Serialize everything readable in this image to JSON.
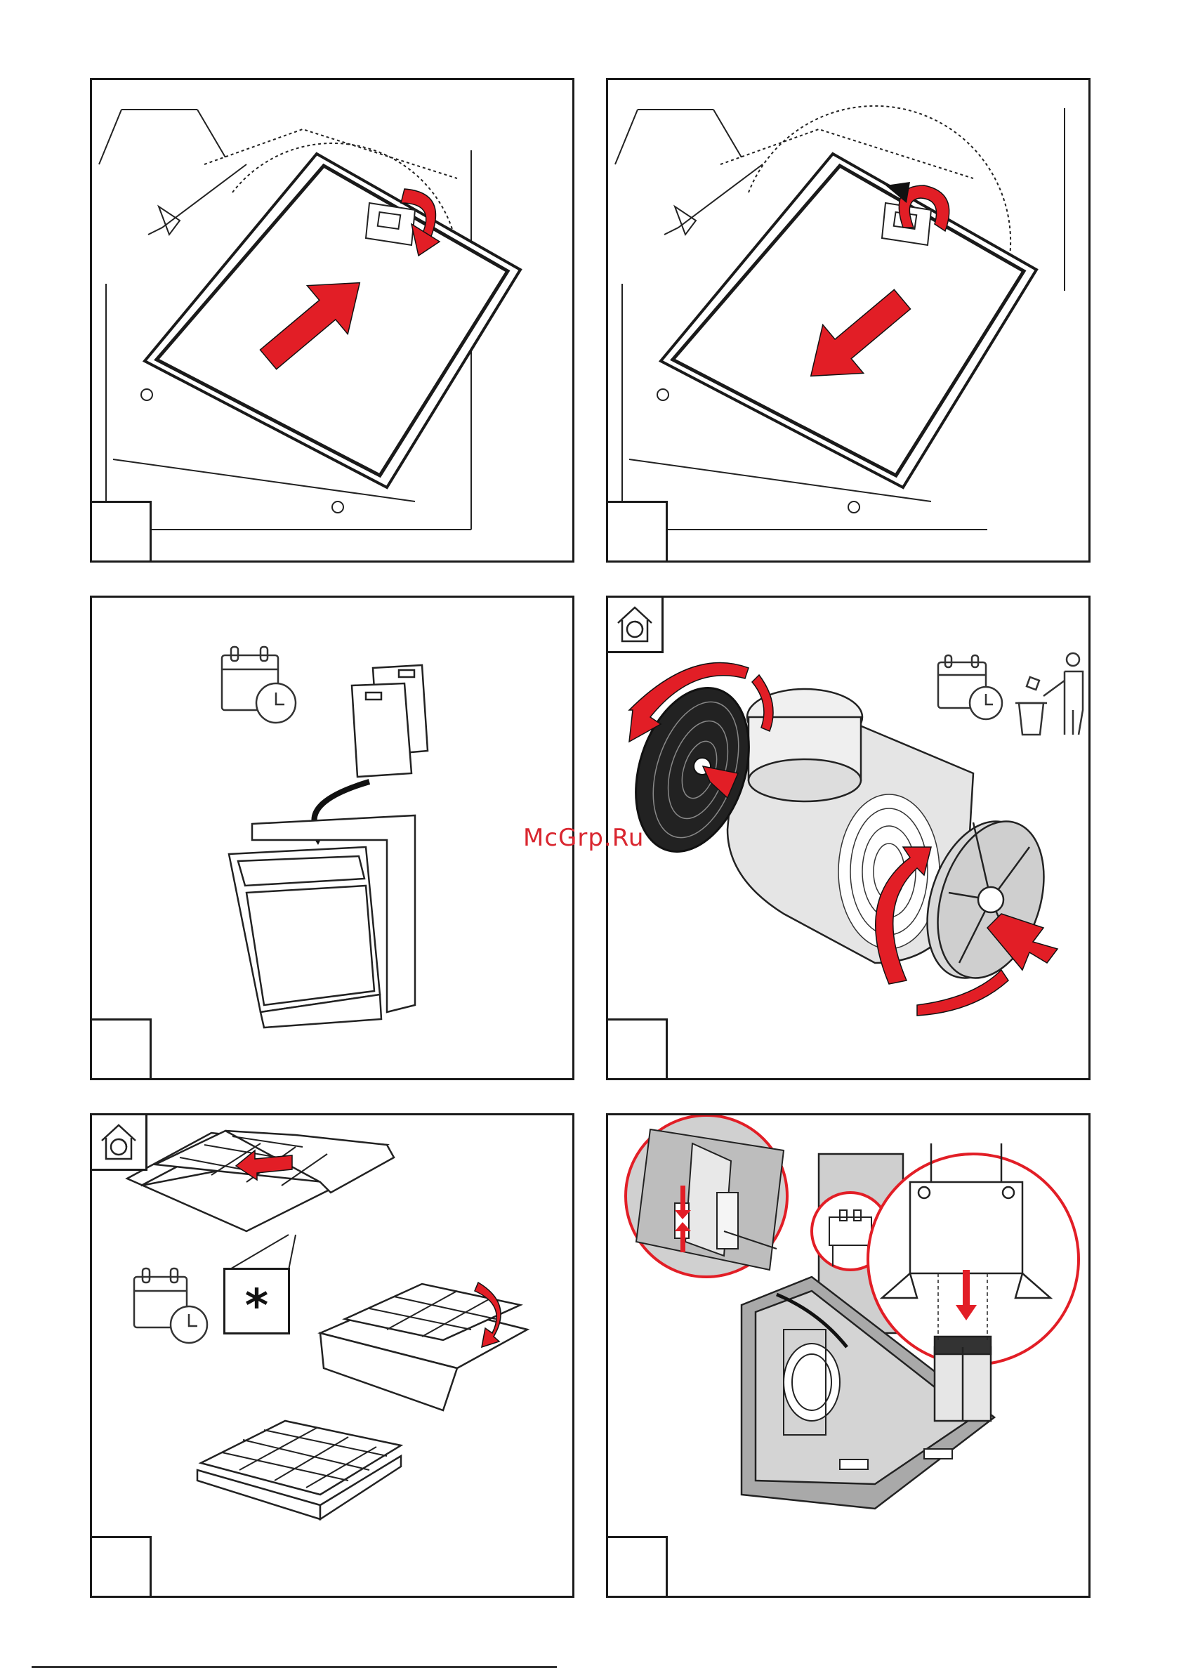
{
  "watermark": "McGrp.Ru",
  "filter_note_symbol": "*",
  "colors": {
    "accent": "#e21e26",
    "line": "#1a1a1a",
    "panel_grey": "#cfcfcf"
  },
  "panels": [
    {
      "step": "",
      "icon": "none",
      "content": "filter-insert-up"
    },
    {
      "step": "",
      "icon": "none",
      "content": "filter-remove-down"
    },
    {
      "step": "",
      "icon": "calendar-clock-icon",
      "content": "dishwasher-wash"
    },
    {
      "step": "",
      "icon": "recirculation-house-icon",
      "content": "charcoal-filter-fit"
    },
    {
      "step": "",
      "icon": "recirculation-house-icon",
      "content": "charcoal-filter-slide"
    },
    {
      "step": "",
      "icon": "none",
      "content": "cable-connector"
    }
  ]
}
